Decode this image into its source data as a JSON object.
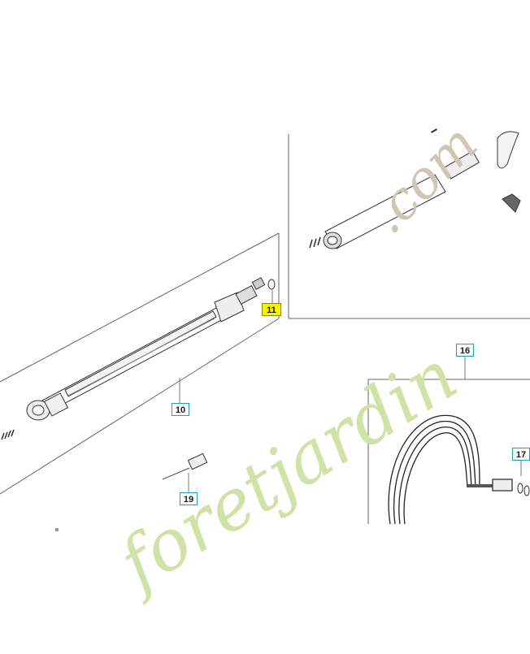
{
  "callouts": {
    "c10": "10",
    "c11": "11",
    "c16": "16",
    "c17": "17",
    "c19": "19"
  },
  "watermark": {
    "text_main": "foretjardin",
    "text_tld": ".com",
    "color_main": "#cfe3a6",
    "color_tld": "#cfc6b4",
    "color_accent": "#f3c9a0"
  },
  "colors": {
    "line": "#555555",
    "callout_border": "#1fa2b8",
    "highlight": "#f6f200"
  }
}
